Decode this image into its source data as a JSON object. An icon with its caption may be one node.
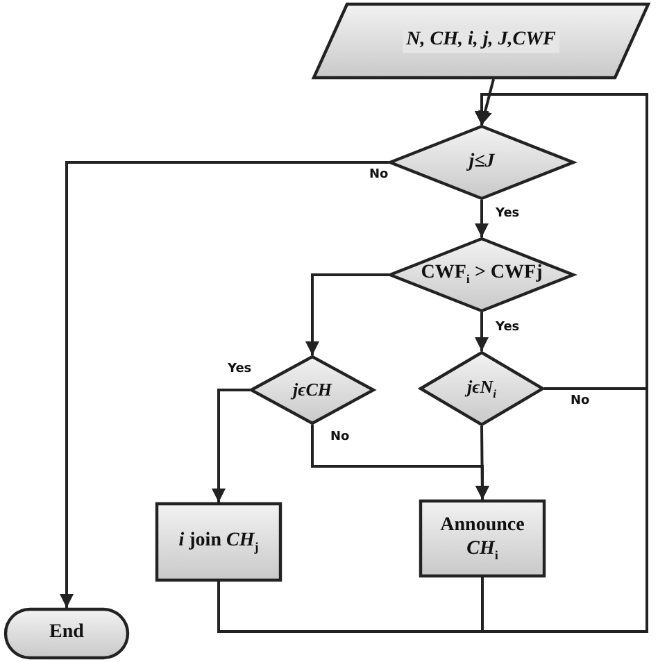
{
  "diagram": {
    "nodes": [
      {
        "text": [
          "N, CH, i, j, J,CWF"
        ]
      },
      {
        "text": [
          "j≤J"
        ]
      },
      {
        "text": [
          "CWF$_{i}$ > CWFj"
        ]
      },
      {
        "text": [
          "jϵCH"
        ]
      },
      {
        "text": [
          "jϵN$_{i}$"
        ]
      },
      {
        "text": [
          "*i* join *CH*$_{j}$"
        ]
      },
      {
        "text": [
          "Announce *CH*$_{i}$"
        ]
      },
      {
        "text": [
          "End"
        ]
      }
    ],
    "edges": [
      {
        "from": 0,
        "to": 1,
        "arrow": "to"
      },
      {
        "from": 1,
        "to": 7,
        "arrow": "to",
        "label": "No"
      },
      {
        "from": 1,
        "to": 2,
        "arrow": "to",
        "label": "Yes"
      },
      {
        "from": 2,
        "to": 3,
        "arrow": "to"
      },
      {
        "from": 2,
        "to": 4,
        "arrow": "to",
        "label": "Yes"
      },
      {
        "from": 3,
        "to": 5,
        "arrow": "to",
        "label": "Yes"
      },
      {
        "from": 3,
        "to": 6,
        "arrow": "to",
        "label": "No"
      },
      {
        "from": 4,
        "to": 6,
        "arrow": "to"
      },
      {
        "from": 4,
        "to": 1,
        "arrow": "to",
        "label": "No"
      },
      {
        "from": 5,
        "to": 1,
        "arrow": "to"
      },
      {
        "from": 6,
        "to": 1,
        "arrow": "to"
      }
    ]
  }
}
